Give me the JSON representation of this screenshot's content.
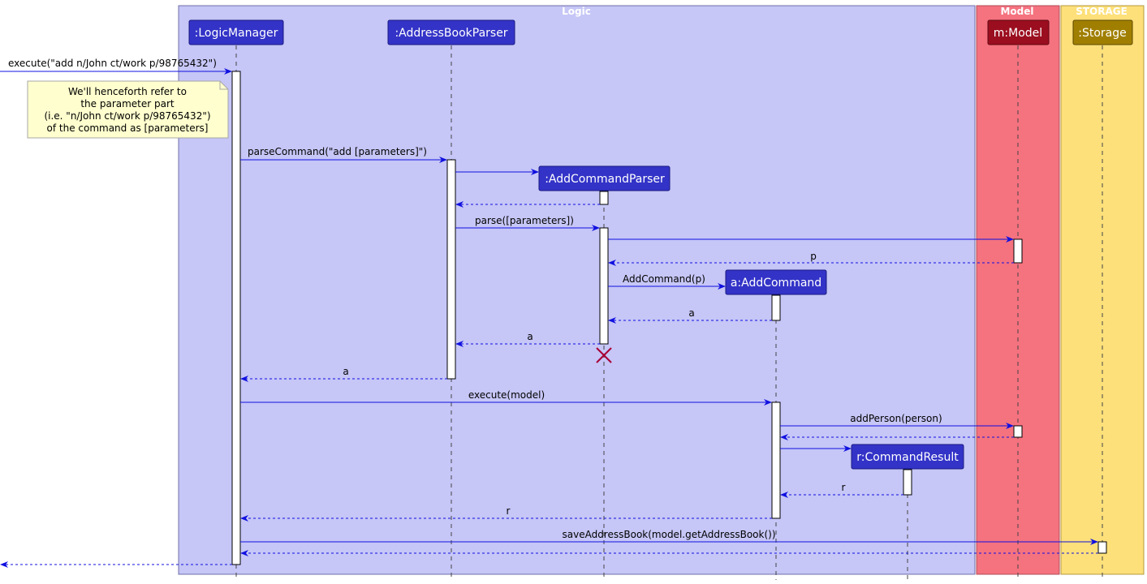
{
  "groups": [
    {
      "label": "Logic",
      "fill": "#c6c6f7",
      "stroke": "#6f6fa8"
    },
    {
      "label": "Model",
      "fill": "#f5727f",
      "stroke": "#b04a55"
    },
    {
      "label": "STORAGE",
      "fill": "#fde07a",
      "stroke": "#b59a3c"
    }
  ],
  "participants": [
    {
      "label": ":LogicManager",
      "color": "#3333c8"
    },
    {
      "label": ":AddressBookParser",
      "color": "#3333c8"
    },
    {
      "label": ":AddCommandParser",
      "color": "#3333c8"
    },
    {
      "label": "a:AddCommand",
      "color": "#3333c8"
    },
    {
      "label": "r:CommandResult",
      "color": "#3333c8"
    },
    {
      "label": "m:Model",
      "color": "#9b0e1f"
    },
    {
      "label": ":Storage",
      "color": "#a07f00"
    }
  ],
  "note": {
    "lines": [
      "We'll henceforth refer to",
      "the parameter part",
      "(i.e. \"n/John ct/work p/98765432\")",
      "of the command as [parameters]"
    ]
  },
  "messages": [
    {
      "label": "execute(\"add n/John ct/work p/98765432\")"
    },
    {
      "label": "parseCommand(\"add [parameters]\")"
    },
    {
      "label": ""
    },
    {
      "label": ""
    },
    {
      "label": "parse([parameters])"
    },
    {
      "label": ""
    },
    {
      "label": "p"
    },
    {
      "label": "AddCommand(p)"
    },
    {
      "label": "a"
    },
    {
      "label": "a"
    },
    {
      "label": "a"
    },
    {
      "label": "execute(model)"
    },
    {
      "label": "addPerson(person)"
    },
    {
      "label": ""
    },
    {
      "label": ""
    },
    {
      "label": "r"
    },
    {
      "label": "r"
    },
    {
      "label": "saveAddressBook(model.getAddressBook())"
    },
    {
      "label": ""
    },
    {
      "label": ""
    }
  ],
  "colors": {
    "arrow": "#1010e0",
    "destroy": "#a80036",
    "lifeline": "#444444",
    "note_fill": "#fefece",
    "note_stroke": "#a8a8a8"
  }
}
